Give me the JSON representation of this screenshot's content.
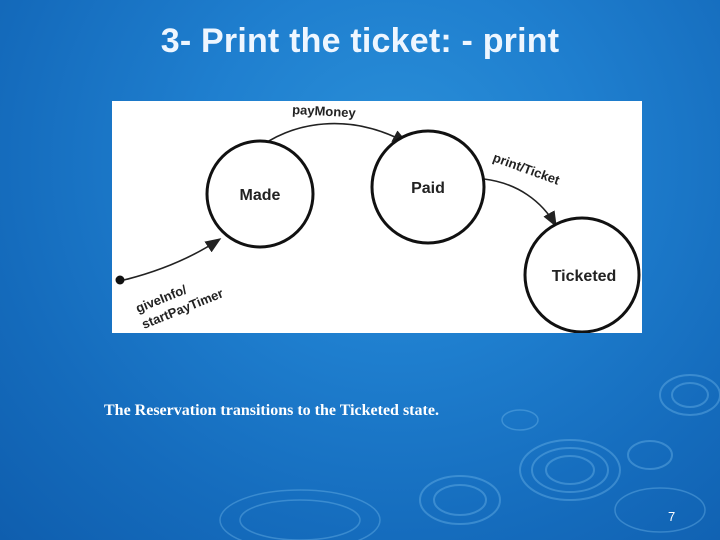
{
  "slide": {
    "title": "3- Print the ticket: - print",
    "caption": "The Reservation transitions to the Ticketed state.",
    "page_number": "7"
  },
  "diagram": {
    "states": {
      "made": "Made",
      "paid": "Paid",
      "ticketed": "Ticketed"
    },
    "transitions": {
      "initial_line1": "giveInfo/",
      "initial_line2": "startPayTimer",
      "made_to_paid": "payMoney",
      "paid_to_ticketed": "print/Ticket"
    }
  }
}
